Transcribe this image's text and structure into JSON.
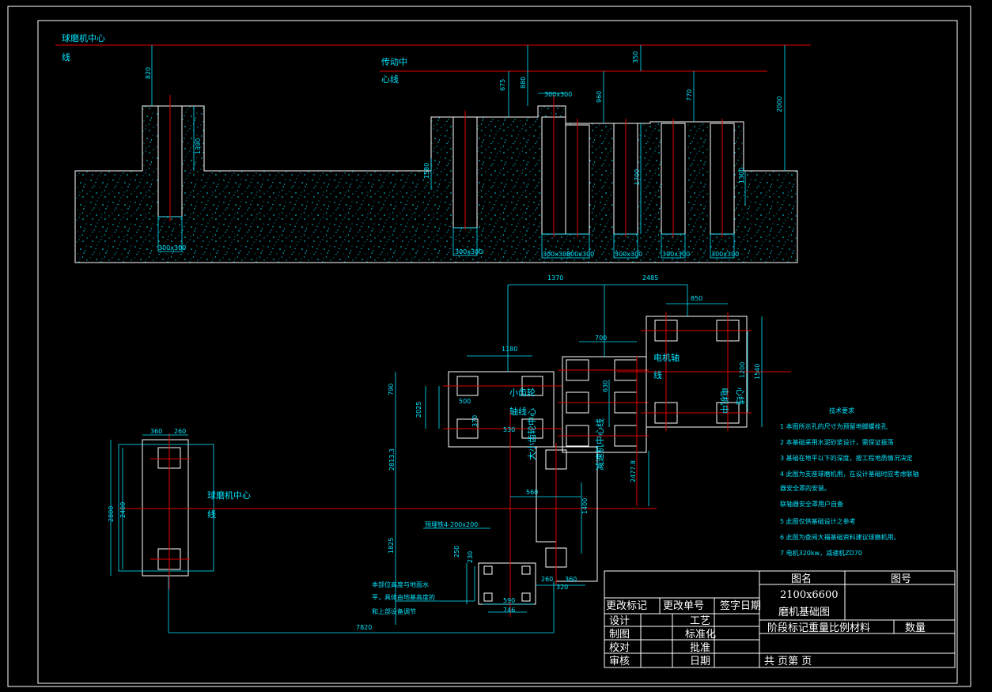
{
  "labels": {
    "top_center_line_a": "球磨机中心",
    "top_center_line_b": "线",
    "transmission_center_a": "传动中",
    "transmission_center_b": "心线",
    "motor_axis_a": "电机轴",
    "motor_axis_b": "线",
    "small_gear_a": "小齿轮",
    "small_gear_b": "轴线",
    "large_gear_a": "大小齿轮中心",
    "reducer_a": "减速机中心线",
    "motor_center_a": "电机中",
    "motor_center_b": "心线",
    "plan_center_a": "球磨机中心",
    "plan_center_b": "线",
    "embed_plate": "预埋铁4-200x200",
    "note_a": "本部位高度与地面水",
    "note_b": "平，具体由地基高度的",
    "note_c": "和上部设备调节"
  },
  "dims": {
    "d820": "820",
    "d1390": "1390",
    "d675": "675",
    "d880": "880",
    "d300x300_top": "300x300",
    "d960": "960",
    "d350": "350",
    "d770": "770",
    "d2000": "2000",
    "d1580": "1580",
    "d1300": "1300",
    "d1700": "1700",
    "hole1": "300x300",
    "hole2": "300x300",
    "hole3": "300x300",
    "hole4": "300x300",
    "hole5": "300x300",
    "hole6": "300x300",
    "hole7": "300x300",
    "d1370": "1370",
    "d2485": "2485",
    "d850": "850",
    "d700": "700",
    "d1180": "1180",
    "d500": "500",
    "d370": "370",
    "d530": "530",
    "d630": "630",
    "d1200": "1200",
    "d1540": "1540",
    "d790": "790",
    "d2025": "2025",
    "d2813": "2813.3",
    "d2477": "2477.8",
    "d560": "560",
    "d1400": "1400",
    "d1825": "1825",
    "d360a": "360",
    "d260a": "260",
    "d2800": "2800",
    "d2400": "2400",
    "d250": "250",
    "d230": "230",
    "d260b": "260",
    "d320": "320",
    "d360b": "360",
    "d590": "590",
    "d746": "746",
    "d7820": "7820"
  },
  "tech": {
    "title": "技术要求",
    "items": [
      "1  本图所示孔的尺寸为预留地脚螺栓孔",
      "2  本基础采用水泥砂浆设计，需保证振荡",
      "3  基础在地平以下的深度，按工程地质情况决定",
      "4  此图为支座球磨机用，在设计基础时应考虑联轴",
      "器安全罩的安装。",
      "联轴器安全罩用户自备",
      "5  此图仅供基础设计之参考",
      "6  此图为查阅大福基础资料建议球磨机用。",
      "7  电机320kw，减速机ZD70"
    ]
  },
  "title_block": {
    "name_header": "图名",
    "number_header": "图号",
    "size": "2100x6600",
    "drawing_name": "磨机基础图",
    "rev_mark": "更改标记",
    "rev_number": "更改单号",
    "sign_date": "签字日期",
    "stage_row": "阶段标记重量比例材料",
    "quantity": "数量",
    "design": "设计",
    "process": "工艺",
    "drafting": "制图",
    "standard": "标准化",
    "check": "校对",
    "approve": "批准",
    "review": "审核",
    "date": "日期",
    "sheet": "共   页第   页"
  },
  "colors": {
    "frame": "#ffffff",
    "foundation": "#00e5ff",
    "center_line": "#ff2020"
  }
}
